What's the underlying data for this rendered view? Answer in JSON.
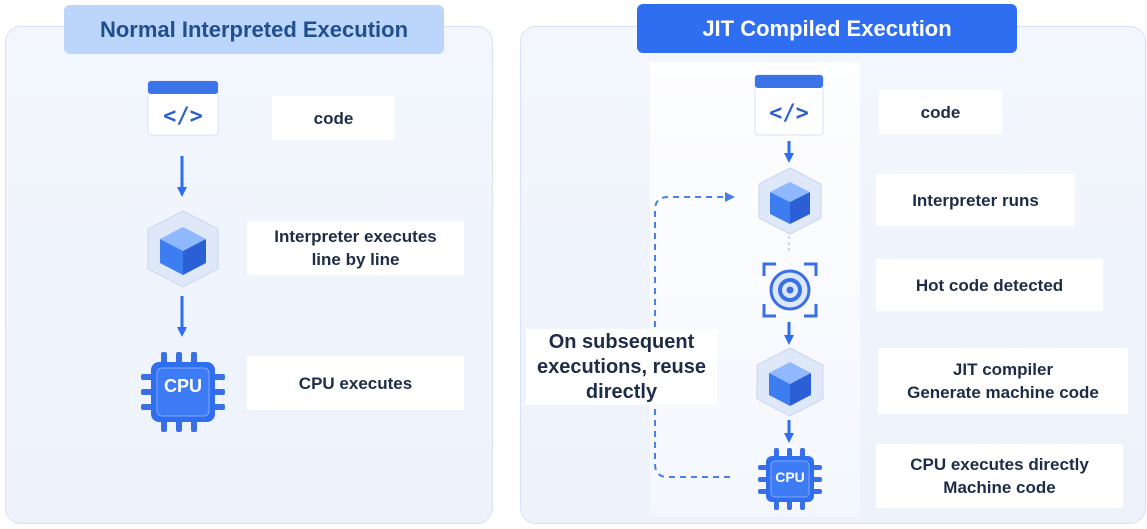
{
  "left_panel": {
    "title": "Normal Interpreted Execution",
    "steps": [
      {
        "lines": [
          "code"
        ]
      },
      {
        "lines": [
          "Interpreter executes",
          "line by line"
        ]
      },
      {
        "lines": [
          "CPU executes"
        ]
      }
    ],
    "chip_text": "CPU"
  },
  "right_panel": {
    "title": "JIT Compiled Execution",
    "steps": [
      {
        "lines": [
          "code"
        ]
      },
      {
        "lines": [
          "Interpreter runs"
        ]
      },
      {
        "lines": [
          "Hot code detected"
        ]
      },
      {
        "lines": [
          "JIT compiler",
          "Generate machine code"
        ]
      },
      {
        "lines": [
          "CPU executes directly",
          "Machine code"
        ]
      }
    ],
    "loop_note": [
      "On subsequent",
      "executions, reuse",
      "directly"
    ],
    "chip_text": "CPU"
  },
  "colors": {
    "accent": "#2f6ef0",
    "title_left_bg": "#bcd5fa",
    "title_right_bg": "#2f6ef0",
    "panel_bg": "#eef3fc"
  }
}
